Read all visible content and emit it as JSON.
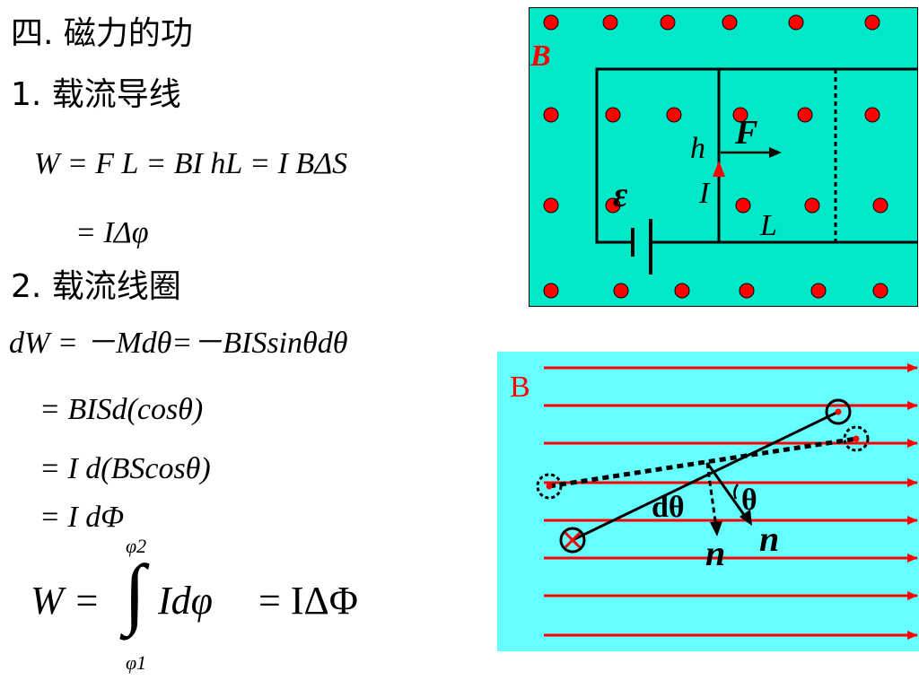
{
  "section": {
    "title": "四. 磁力的功"
  },
  "part1": {
    "heading": "1. 载流导线",
    "formula_line1": "W = F L = BI hL = I BΔS",
    "formula_line2": "= IΔφ"
  },
  "part2": {
    "heading": "2. 载流线圈",
    "formula_line1": "dW = －Mdθ=－BISsinθdθ",
    "formula_line2": "= BISd(cosθ)",
    "formula_line3": "= I d(BScosθ)",
    "formula_line4": "= I dΦ",
    "integral": {
      "lhs": "W =",
      "sign": "∫",
      "upper": "φ2",
      "lower": "φ1",
      "integrand": "Idφ",
      "result": "= IΔΦ"
    }
  },
  "figure1": {
    "background": "#00e8c8",
    "dot_color": "#ff0000",
    "label_field": "B",
    "label_force": "F",
    "label_h": "h",
    "label_current": "I",
    "label_emf": "ε",
    "label_length": "L"
  },
  "figure2": {
    "background": "#66ffff",
    "line_color": "#ff0000",
    "label_field": "B",
    "label_dtheta": "dθ",
    "label_theta": "θ",
    "label_n1": "n",
    "label_n2": "n"
  }
}
